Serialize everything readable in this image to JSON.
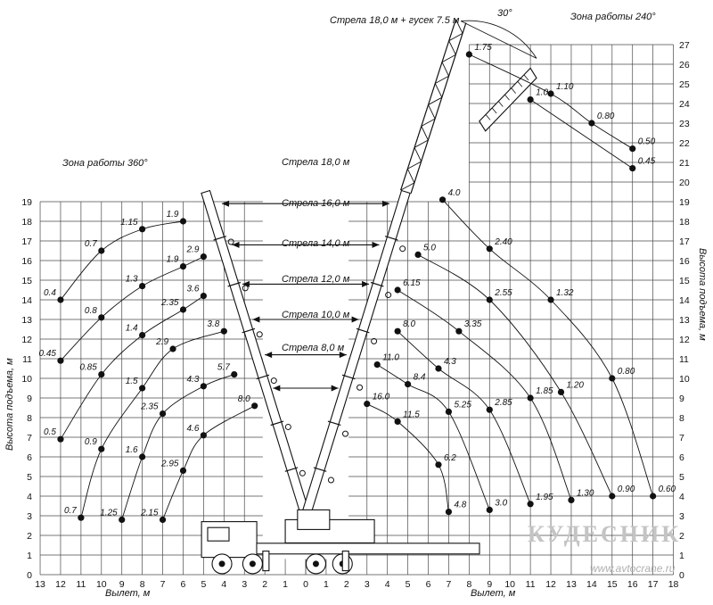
{
  "chart_data": {
    "type": "load-chart",
    "zone_left_title": "Зона работы 360°",
    "zone_right_title": "Зона работы 240°",
    "angle_label": "30°",
    "jib_label": "Стрела 18,0 м + гусек 7.5 м",
    "xlabel": "Вылет, м",
    "ylabel": "Высота подъема, м",
    "xlim_left": [
      0,
      13
    ],
    "xlim_right": [
      0,
      18
    ],
    "ylim_left": [
      0,
      19
    ],
    "ylim_right": [
      0,
      27
    ],
    "x_ticks_left": [
      "13",
      "12",
      "11",
      "10",
      "9",
      "8",
      "7",
      "6",
      "5",
      "4",
      "3",
      "2",
      "1",
      "0"
    ],
    "x_ticks_right": [
      "1",
      "2",
      "3",
      "4",
      "5",
      "6",
      "7",
      "8",
      "9",
      "10",
      "11",
      "12",
      "13",
      "14",
      "15",
      "16",
      "17",
      "18"
    ],
    "y_ticks_left": [
      "0",
      "1",
      "2",
      "3",
      "4",
      "5",
      "6",
      "7",
      "8",
      "9",
      "10",
      "11",
      "12",
      "13",
      "14",
      "15",
      "16",
      "17",
      "18",
      "19"
    ],
    "y_ticks_right": [
      "0",
      "1",
      "2",
      "3",
      "4",
      "5",
      "6",
      "7",
      "8",
      "9",
      "10",
      "11",
      "12",
      "13",
      "14",
      "15",
      "16",
      "17",
      "18",
      "19",
      "20",
      "21",
      "22",
      "23",
      "24",
      "25",
      "26",
      "27"
    ],
    "boom_labels": [
      "Стрела 18,0 м",
      "Стрела 16,0 м",
      "Стрела 14,0 м",
      "Стрела 12,0 м",
      "Стрела 10,0 м",
      "Стрела 8,0 м"
    ],
    "left_series": [
      {
        "points": [
          {
            "x": 12,
            "y": 14,
            "label": "0.4"
          },
          {
            "x": 10,
            "y": 16.5,
            "label": "0.7"
          },
          {
            "x": 8,
            "y": 17.6,
            "label": "1.15"
          },
          {
            "x": 6,
            "y": 18,
            "label": "1.9"
          }
        ]
      },
      {
        "points": [
          {
            "x": 12,
            "y": 10.9,
            "label": "0.45"
          },
          {
            "x": 10,
            "y": 13.1,
            "label": "0.8"
          },
          {
            "x": 8,
            "y": 14.7,
            "label": "1.3"
          },
          {
            "x": 6,
            "y": 15.7,
            "label": "1.9"
          },
          {
            "x": 5,
            "y": 16.2,
            "label": "2.9"
          }
        ]
      },
      {
        "points": [
          {
            "x": 12,
            "y": 6.9,
            "label": "0.5"
          },
          {
            "x": 10,
            "y": 10.2,
            "label": "0.85"
          },
          {
            "x": 8,
            "y": 12.2,
            "label": "1.4"
          },
          {
            "x": 6,
            "y": 13.5,
            "label": "2.35"
          },
          {
            "x": 5,
            "y": 14.2,
            "label": "3.6"
          }
        ]
      },
      {
        "points": [
          {
            "x": 11,
            "y": 2.9,
            "label": "0.7"
          },
          {
            "x": 10,
            "y": 6.4,
            "label": "0.9"
          },
          {
            "x": 8,
            "y": 9.5,
            "label": "1.5"
          },
          {
            "x": 6.5,
            "y": 11.5,
            "label": "2.9"
          },
          {
            "x": 4,
            "y": 12.4,
            "label": "3.8"
          }
        ]
      },
      {
        "points": [
          {
            "x": 9,
            "y": 2.8,
            "label": "1.25"
          },
          {
            "x": 8,
            "y": 6,
            "label": "1.6"
          },
          {
            "x": 7,
            "y": 8.2,
            "label": "2.35"
          },
          {
            "x": 5,
            "y": 9.6,
            "label": "4.3"
          },
          {
            "x": 3.5,
            "y": 10.2,
            "label": "5.7"
          }
        ]
      },
      {
        "points": [
          {
            "x": 7,
            "y": 2.8,
            "label": "2.15"
          },
          {
            "x": 6,
            "y": 5.3,
            "label": "2.95"
          },
          {
            "x": 5,
            "y": 7.1,
            "label": "4.6"
          },
          {
            "x": 2.5,
            "y": 8.6,
            "label": "8.0"
          }
        ]
      }
    ],
    "right_series": [
      {
        "points": [
          {
            "x": 6.7,
            "y": 19.1,
            "label": "4.0"
          },
          {
            "x": 9,
            "y": 16.6,
            "label": "2.40"
          },
          {
            "x": 12,
            "y": 14,
            "label": "1.32"
          },
          {
            "x": 15,
            "y": 10,
            "label": "0.80"
          },
          {
            "x": 17,
            "y": 4,
            "label": "0.60"
          }
        ]
      },
      {
        "points": [
          {
            "x": 5.5,
            "y": 16.3,
            "label": "5.0"
          },
          {
            "x": 9,
            "y": 14,
            "label": "2.55"
          },
          {
            "x": 12.5,
            "y": 9.3,
            "label": "1.20"
          },
          {
            "x": 15,
            "y": 4,
            "label": "0.90"
          }
        ]
      },
      {
        "points": [
          {
            "x": 4.5,
            "y": 14.5,
            "label": "6.15"
          },
          {
            "x": 7.5,
            "y": 12.4,
            "label": "3.35"
          },
          {
            "x": 11,
            "y": 9,
            "label": "1.85"
          },
          {
            "x": 13,
            "y": 3.8,
            "label": "1.30"
          }
        ]
      },
      {
        "points": [
          {
            "x": 4.5,
            "y": 12.4,
            "label": "8.0"
          },
          {
            "x": 6.5,
            "y": 10.5,
            "label": "4.3"
          },
          {
            "x": 9,
            "y": 8.4,
            "label": "2.85"
          },
          {
            "x": 11,
            "y": 3.6,
            "label": "1.95"
          }
        ]
      },
      {
        "points": [
          {
            "x": 3.5,
            "y": 10.7,
            "label": "11.0"
          },
          {
            "x": 5,
            "y": 9.7,
            "label": "8.4"
          },
          {
            "x": 7,
            "y": 8.3,
            "label": "5.25"
          },
          {
            "x": 9,
            "y": 3.3,
            "label": "3.0"
          }
        ]
      },
      {
        "points": [
          {
            "x": 3,
            "y": 8.7,
            "label": "16.0"
          },
          {
            "x": 4.5,
            "y": 7.8,
            "label": "11.5"
          },
          {
            "x": 6.5,
            "y": 5.6,
            "label": "6.2"
          },
          {
            "x": 7,
            "y": 3.2,
            "label": "4.8"
          }
        ]
      }
    ],
    "jib_series": [
      {
        "points": [
          {
            "x": 8,
            "y": 26.5,
            "label": "1.75"
          },
          {
            "x": 12,
            "y": 24.5,
            "label": "1.10"
          },
          {
            "x": 14,
            "y": 23,
            "label": "0.80"
          },
          {
            "x": 16,
            "y": 21.7,
            "label": "0.50"
          }
        ]
      },
      {
        "points": [
          {
            "x": 11,
            "y": 24.2,
            "label": "1.0"
          },
          {
            "x": 16,
            "y": 20.7,
            "label": "0.45"
          }
        ]
      }
    ],
    "watermark": {
      "brand": "КУДЕСНИК",
      "url": "www.avtocrane.ru"
    }
  }
}
